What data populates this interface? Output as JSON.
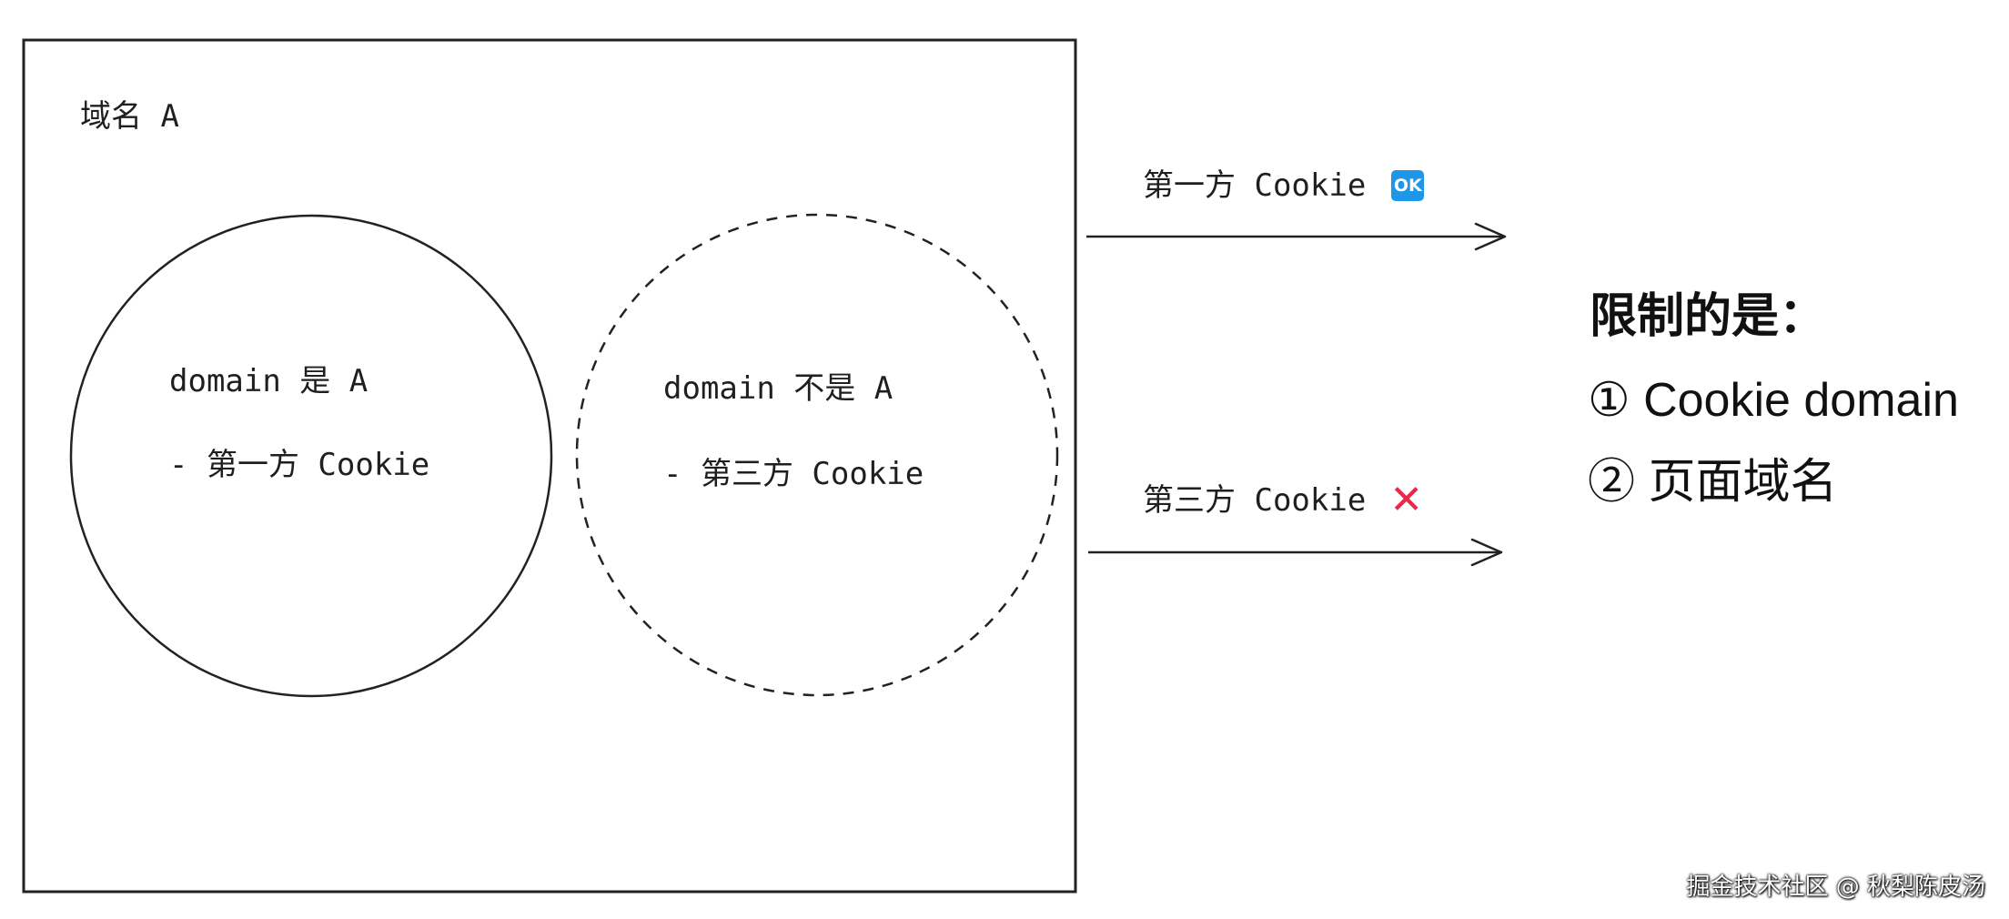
{
  "domain_box": {
    "label": "域名 A"
  },
  "circle_first_party": {
    "line1": "domain 是 A",
    "line2": "- 第一方 Cookie"
  },
  "circle_third_party": {
    "line1": "domain 不是 A",
    "line2": "- 第三方 Cookie"
  },
  "arrows": {
    "first_party_label": "第一方 Cookie",
    "first_party_badge": "OK",
    "third_party_label": "第三方 Cookie",
    "third_party_mark": "✕"
  },
  "restriction": {
    "title": "限制的是：",
    "item1": "① Cookie domain",
    "item2": "② 页面域名"
  },
  "watermark": "掘金技术社区 @ 秋梨陈皮汤",
  "colors": {
    "ok_badge": "#1f97e8",
    "x_mark": "#e8294a",
    "stroke": "#222222"
  }
}
